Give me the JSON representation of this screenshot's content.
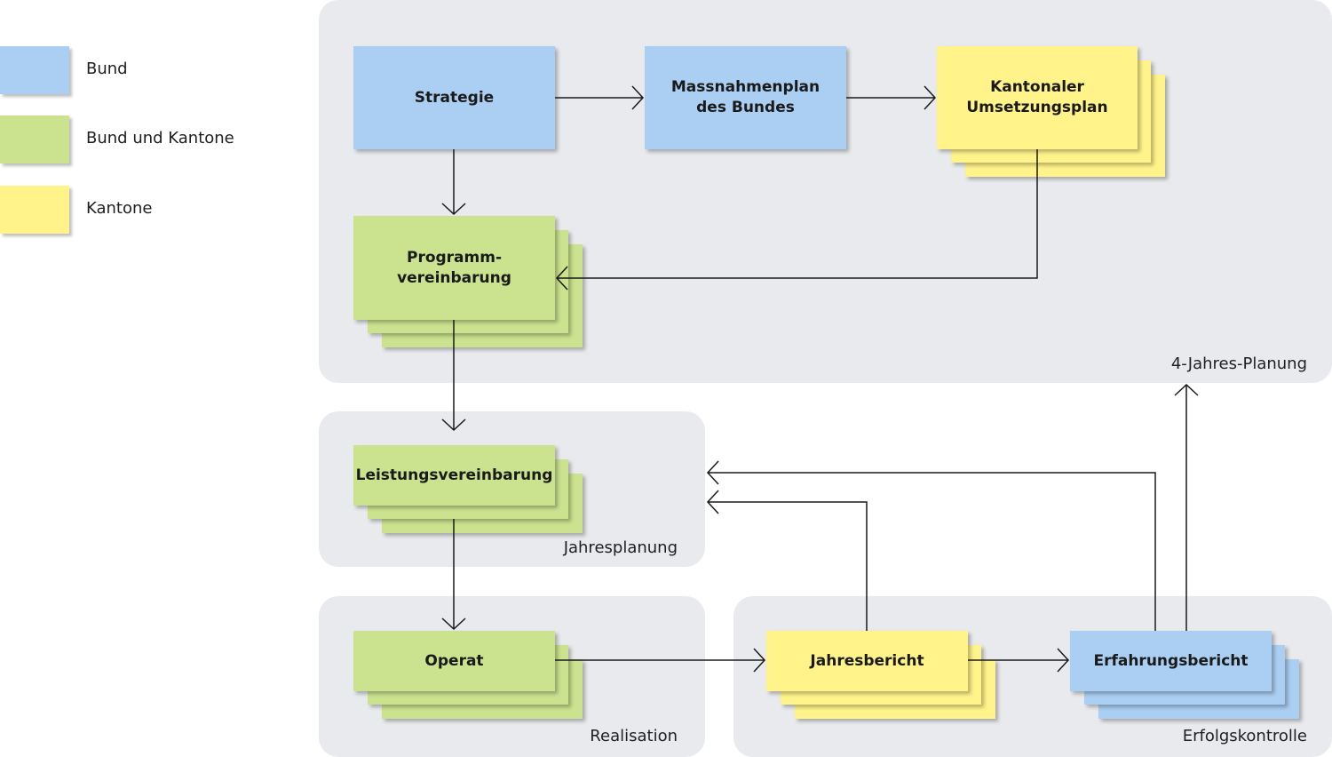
{
  "colors": {
    "bund": "#abcff2",
    "bund_kantone": "#cbe38f",
    "kantone": "#fff38a",
    "panel": "#e8eaed",
    "line": "#1a1a1a"
  },
  "legend": [
    {
      "label": "Bund",
      "color": "#abcff2"
    },
    {
      "label": "Bund und Kantone",
      "color": "#cbe38f"
    },
    {
      "label": "Kantone",
      "color": "#fff38a"
    }
  ],
  "panels": {
    "four_year": "4-Jahres-Planung",
    "annual": "Jahresplanung",
    "realisation": "Realisation",
    "erfolg": "Erfolgskontrolle"
  },
  "boxes": {
    "strategie": [
      "Strategie"
    ],
    "massnahmenplan": [
      "Massnahmenplan",
      "des Bundes"
    ],
    "umsetzungsplan": [
      "Kantonaler",
      "Umsetzungsplan"
    ],
    "programmvereinbarung": [
      "Programm-",
      "vereinbarung"
    ],
    "leistungsvereinbarung": [
      "Leistungsvereinbarung"
    ],
    "operat": [
      "Operat"
    ],
    "jahresbericht": [
      "Jahresbericht"
    ],
    "erfahrungsbericht": [
      "Erfahrungsbericht"
    ]
  }
}
